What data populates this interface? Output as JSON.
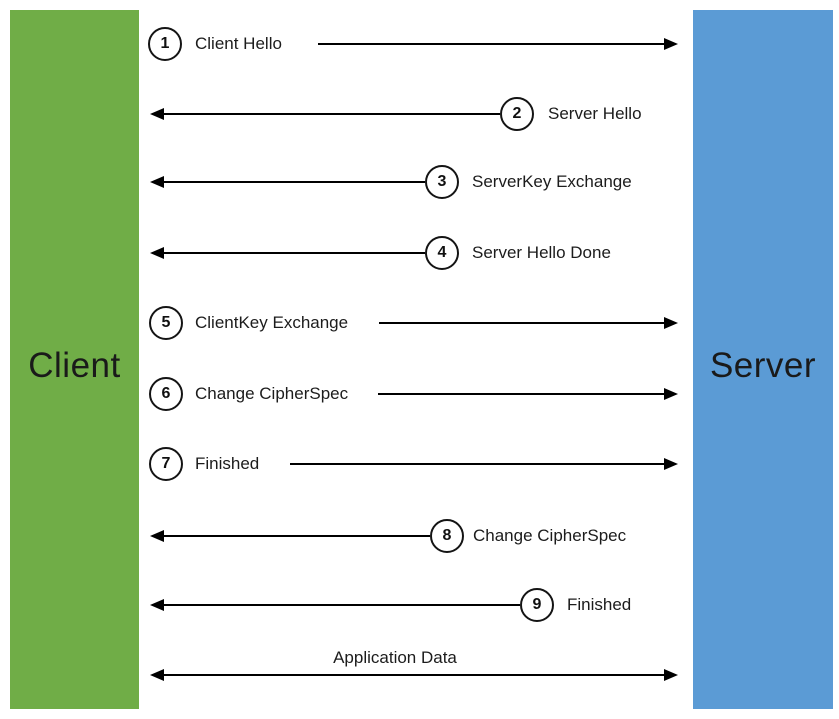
{
  "actors": {
    "client": "Client",
    "server": "Server"
  },
  "colors": {
    "client_box": "#70AD47",
    "server_box": "#5B9BD5",
    "arrow": "#000000"
  },
  "messages": [
    {
      "num": "1",
      "label": "Client Hello",
      "direction": "client-to-server"
    },
    {
      "num": "2",
      "label": "Server Hello",
      "direction": "server-to-client"
    },
    {
      "num": "3",
      "label": "ServerKey Exchange",
      "direction": "server-to-client"
    },
    {
      "num": "4",
      "label": "Server Hello Done",
      "direction": "server-to-client"
    },
    {
      "num": "5",
      "label": "ClientKey Exchange",
      "direction": "client-to-server"
    },
    {
      "num": "6",
      "label": "Change CipherSpec",
      "direction": "client-to-server"
    },
    {
      "num": "7",
      "label": "Finished",
      "direction": "client-to-server"
    },
    {
      "num": "8",
      "label": "Change CipherSpec",
      "direction": "server-to-client"
    },
    {
      "num": "9",
      "label": "Finished",
      "direction": "server-to-client"
    },
    {
      "num": "",
      "label": "Application Data",
      "direction": "bidirectional"
    }
  ]
}
